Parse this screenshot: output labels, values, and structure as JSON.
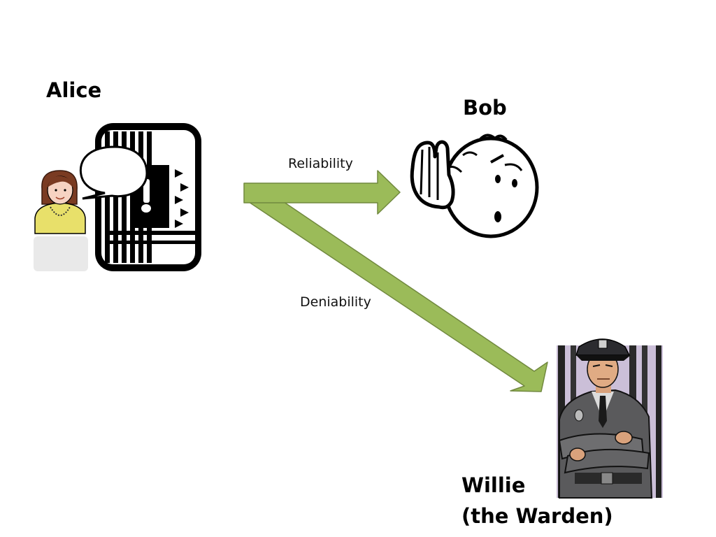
{
  "actors": {
    "alice": {
      "name": "Alice",
      "icon": "person-speaking-icon"
    },
    "bob": {
      "name": "Bob",
      "icon": "listening-face-icon"
    },
    "willie": {
      "name_line1": "Willie",
      "name_line2": "(the Warden)",
      "icon": "warden-guard-icon"
    }
  },
  "message": {
    "icon": "covert-message-icon"
  },
  "edges": {
    "reliability": {
      "label": "Reliability",
      "target": "Bob"
    },
    "deniability": {
      "label": "Deniability",
      "target": "Willie"
    }
  },
  "colors": {
    "arrow_fill": "#9bbb59",
    "arrow_stroke": "#71893f",
    "alice_shirt": "#e8e06a",
    "alice_hair": "#7a3b22",
    "uniform": "#5a5a5c",
    "cell_bg": "#cbbfd8"
  }
}
